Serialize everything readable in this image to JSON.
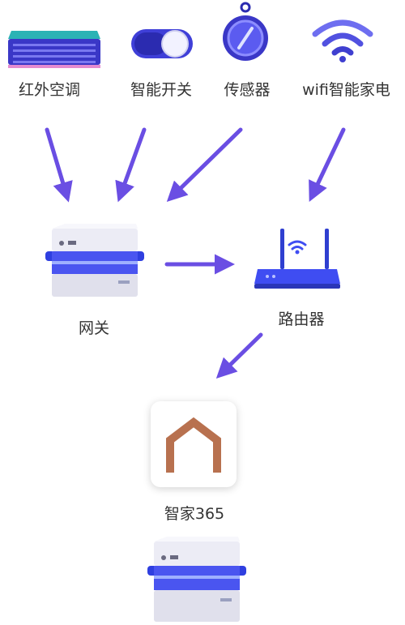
{
  "devices": [
    {
      "label": "红外空调",
      "icon": "air-conditioner-icon"
    },
    {
      "label": "智能开关",
      "icon": "smart-switch-icon"
    },
    {
      "label": "传感器",
      "icon": "sensor-icon"
    },
    {
      "label": "wifi智能家电",
      "icon": "wifi-icon"
    }
  ],
  "gateway": {
    "label": "网关",
    "icon": "gateway-server-icon"
  },
  "router": {
    "label": "路由器",
    "icon": "router-icon"
  },
  "app": {
    "label": "智家365",
    "icon": "home-logo-icon"
  },
  "colors": {
    "arrow": "#6a4ee3",
    "accent": "#3f4df2",
    "logo": "#b8714f"
  }
}
